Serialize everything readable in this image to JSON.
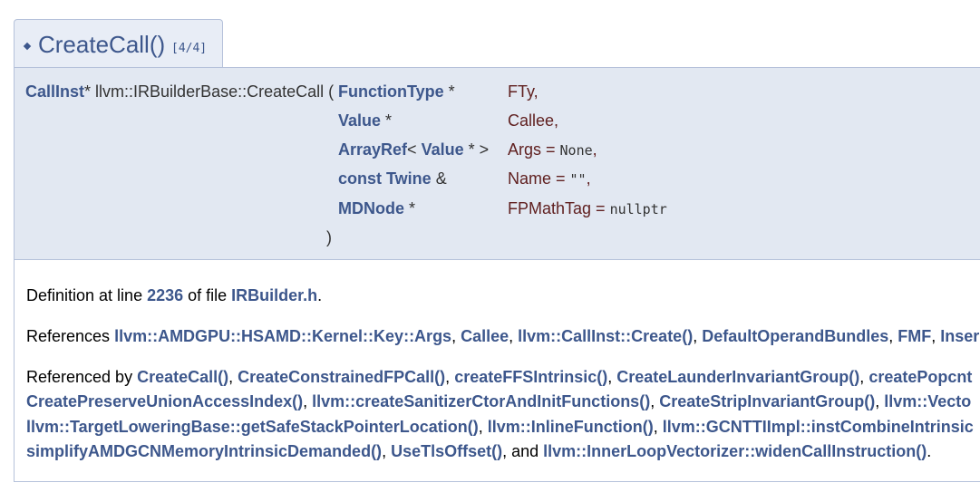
{
  "tab": {
    "title": "CreateCall()",
    "counter": "[4/4]"
  },
  "prototype": {
    "return_type": "CallInst",
    "return_suffix": "*",
    "qualified_name": "llvm::IRBuilderBase::CreateCall (",
    "params": [
      {
        "type_link": "FunctionType",
        "type_rest": " *",
        "name": "FTy,",
        "default": ""
      },
      {
        "type_link": "Value",
        "type_rest": " *",
        "name": "Callee,",
        "default": ""
      },
      {
        "type_link": "ArrayRef",
        "type_mid": "< ",
        "type_link2": "Value",
        "type_rest": " * >",
        "name": "Args",
        "eq": " = ",
        "default": "None",
        "tail": ","
      },
      {
        "type_prefix": "const ",
        "type_link": "Twine",
        "type_rest": " &",
        "name": "Name",
        "eq": " = ",
        "default": "\"\"",
        "tail": ","
      },
      {
        "type_link": "MDNode",
        "type_rest": " *",
        "name": "FPMathTag",
        "eq": " = ",
        "default": "nullptr",
        "tail": ""
      }
    ],
    "close": ")"
  },
  "definition": {
    "prefix": "Definition at line ",
    "line": "2236",
    "mid": " of file ",
    "file": "IRBuilder.h",
    "suffix": "."
  },
  "references": {
    "label": "References ",
    "items": [
      "llvm::AMDGPU::HSAMD::Kernel::Key::Args",
      "Callee",
      "llvm::CallInst::Create()",
      "DefaultOperandBundles",
      "FMF",
      "Inser"
    ]
  },
  "referenced_by": {
    "label": "Referenced by ",
    "lines": [
      [
        "CreateCall()",
        "CreateConstrainedFPCall()",
        "createFFSIntrinsic()",
        "CreateLaunderInvariantGroup()",
        "createPopcnt"
      ],
      [
        "CreatePreserveUnionAccessIndex()",
        "llvm::createSanitizerCtorAndInitFunctions()",
        "CreateStripInvariantGroup()",
        "llvm::Vecto"
      ],
      [
        "llvm::TargetLoweringBase::getSafeStackPointerLocation()",
        "llvm::InlineFunction()",
        "llvm::GCNTTIImpl::instCombineIntrinsic"
      ],
      [
        "simplifyAMDGCNMemoryIntrinsicDemanded()",
        "UseTlsOffset()"
      ]
    ],
    "and_text": ", and ",
    "last": "llvm::InnerLoopVectorizer::widenCallInstruction()",
    "end": "."
  },
  "colors": {
    "link": "#3d578c",
    "param": "#602020",
    "proto_bg": "#e2e8f2",
    "border": "#b5c1da"
  }
}
